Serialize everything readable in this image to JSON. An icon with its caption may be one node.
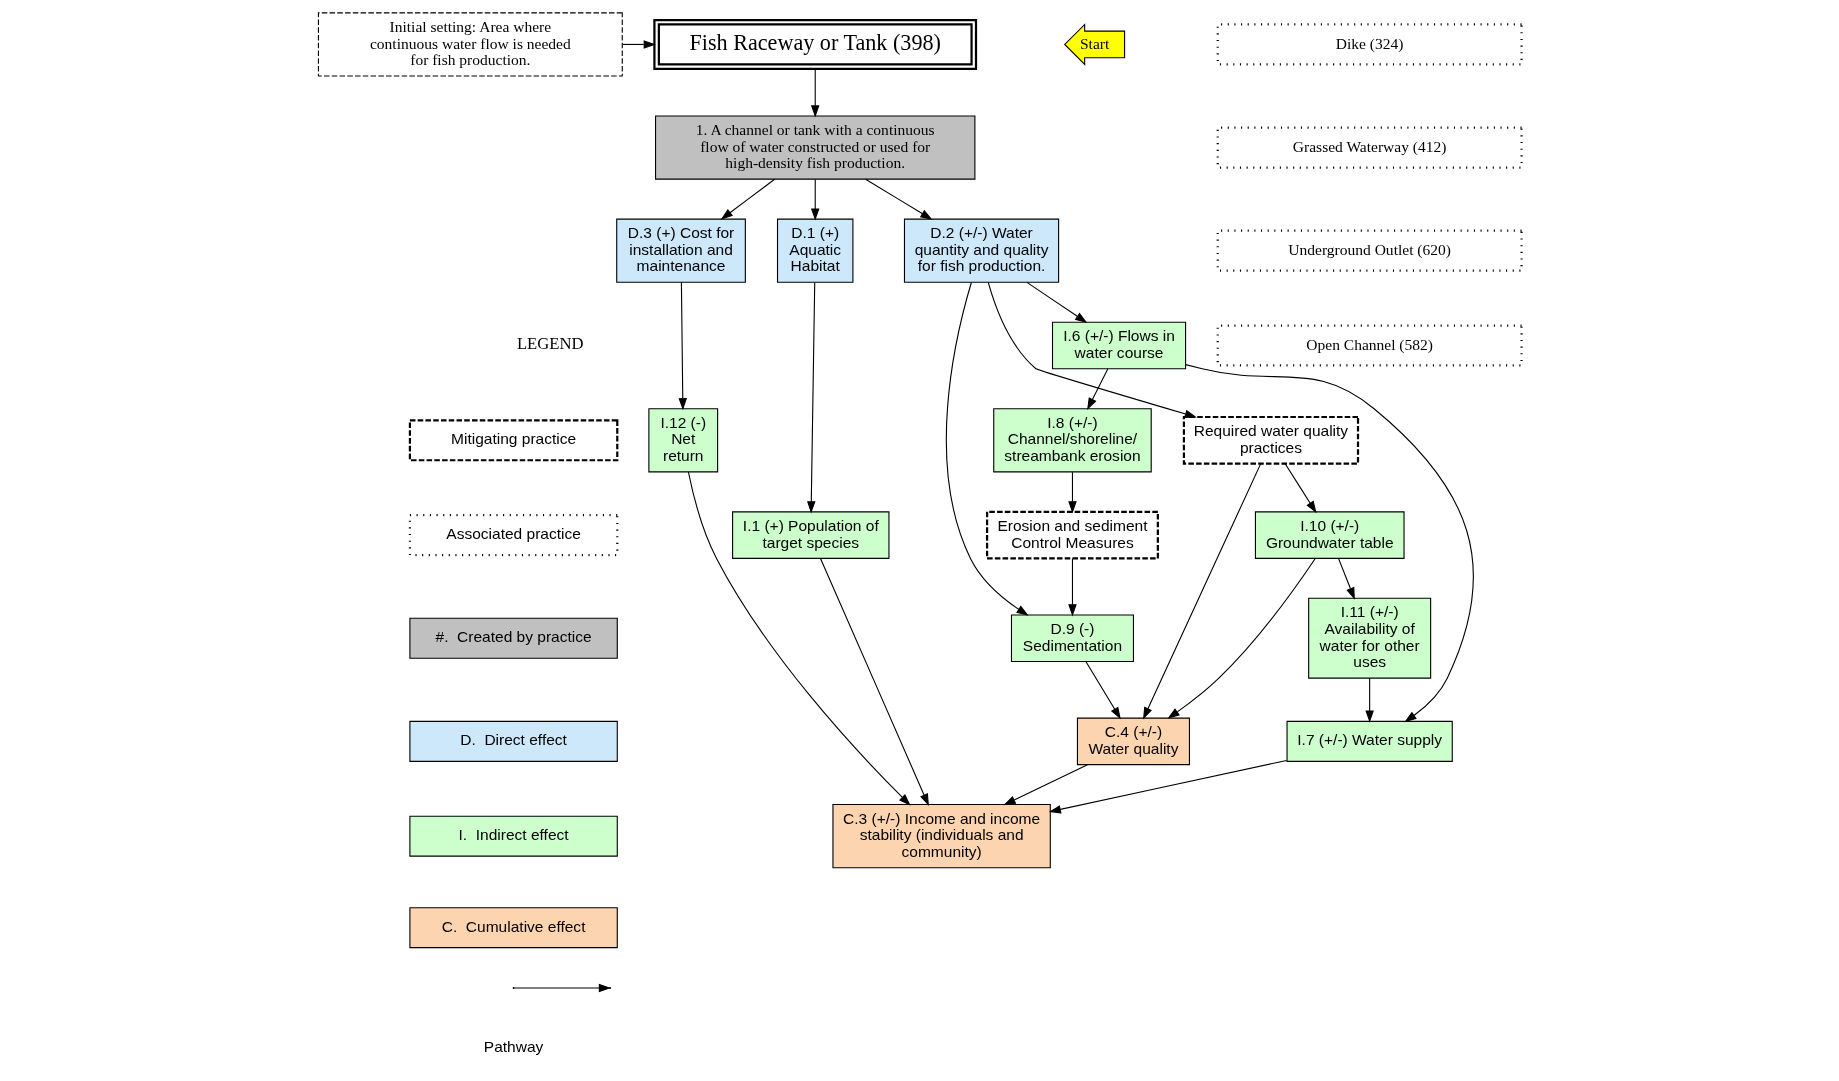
{
  "diagram": {
    "nodes": [
      {
        "text": [
          "Fish Raceway or Tank (398)"
        ]
      },
      {
        "text": [
          "Initial setting: Area where continuous water flow is needed for fish production."
        ]
      },
      {
        "text": [
          "Start"
        ]
      },
      {
        "text": [
          "Dike (324)"
        ]
      },
      {
        "text": [
          "Grassed Waterway (412)"
        ]
      },
      {
        "text": [
          "Underground Outlet (620)"
        ]
      },
      {
        "text": [
          "Open Channel (582)"
        ]
      },
      {
        "text": [
          "1. A channel or tank with a continuous flow of water constructed or used for high-density fish production."
        ]
      },
      {
        "text": [
          "D.3 (+) Cost for installation and maintenance"
        ]
      },
      {
        "text": [
          "D.2 (+/-) Water quantity and quality for fish production."
        ]
      },
      {
        "text": [
          "Required water quality practices"
        ]
      },
      {
        "text": [
          "I.11 (+/-) Availability of water for other uses"
        ]
      },
      {
        "text": [
          "D.1 (+) Aquatic Habitat"
        ]
      },
      {
        "text": [
          "I.6 (+/-) Flows in water course"
        ]
      },
      {
        "text": [
          "I.10 (+/-) Groundwater table"
        ]
      },
      {
        "text": [
          "I.12 (-) Net return"
        ]
      },
      {
        "text": [
          "I.8 (+/-) Channel/shoreline/ streambank erosion"
        ]
      },
      {
        "text": [
          "Erosion and sediment Control Measures"
        ]
      },
      {
        "text": [
          "D.9 (-) Sedimentation"
        ]
      },
      {
        "text": [
          "I.1 (+) Population of target species"
        ]
      },
      {
        "text": [
          "I.7 (+/-) Water supply"
        ]
      },
      {
        "text": [
          "C.4 (+/-) Water quality"
        ]
      },
      {
        "text": [
          "C.3 (+/-) Income and income stability (individuals and community)"
        ]
      }
    ],
    "edges": [
      {
        "from": 1,
        "to": 0,
        "arrow": "to"
      },
      {
        "from": 0,
        "to": 7,
        "arrow": "to"
      },
      {
        "from": 7,
        "to": 8,
        "arrow": "to"
      },
      {
        "from": 7,
        "to": 12,
        "arrow": "to"
      },
      {
        "from": 7,
        "to": 9,
        "arrow": "to"
      },
      {
        "from": 9,
        "to": 10,
        "arrow": "to"
      },
      {
        "from": 9,
        "to": 13,
        "arrow": "to"
      },
      {
        "from": 9,
        "to": 18,
        "arrow": "to"
      },
      {
        "from": 10,
        "to": 14,
        "arrow": "to"
      },
      {
        "from": 10,
        "to": 21,
        "arrow": "to"
      },
      {
        "from": 8,
        "to": 15,
        "arrow": "to"
      },
      {
        "from": 13,
        "to": 16,
        "arrow": "to"
      },
      {
        "from": 13,
        "to": 20,
        "arrow": "to"
      },
      {
        "from": 16,
        "to": 17,
        "arrow": "to"
      },
      {
        "from": 17,
        "to": 18,
        "arrow": "to"
      },
      {
        "from": 14,
        "to": 11,
        "arrow": "to"
      },
      {
        "from": 14,
        "to": 21,
        "arrow": "to"
      },
      {
        "from": 11,
        "to": 20,
        "arrow": "to"
      },
      {
        "from": 15,
        "to": 22,
        "arrow": "to"
      },
      {
        "from": 12,
        "to": 19,
        "arrow": "to"
      },
      {
        "from": 19,
        "to": 22,
        "arrow": "to"
      },
      {
        "from": 20,
        "to": 22,
        "arrow": "to"
      },
      {
        "from": 18,
        "to": 21,
        "arrow": "to"
      },
      {
        "from": 21,
        "to": 22,
        "arrow": "to"
      }
    ],
    "labels": [
      "LEGEND"
    ],
    "legend": [
      {
        "text": "Mitigating practice"
      },
      {
        "text": "Associated practice"
      },
      {
        "text": "#.  Created by practice",
        "color": "#c0c0c0"
      },
      {
        "text": "D.  Direct effect",
        "color": "#cce8fa"
      },
      {
        "text": "I.  Indirect effect",
        "color": "#ccffcc"
      },
      {
        "text": "C.  Cumulative effect",
        "color": "#fcd5b0"
      },
      {
        "text": "Pathway"
      }
    ]
  }
}
